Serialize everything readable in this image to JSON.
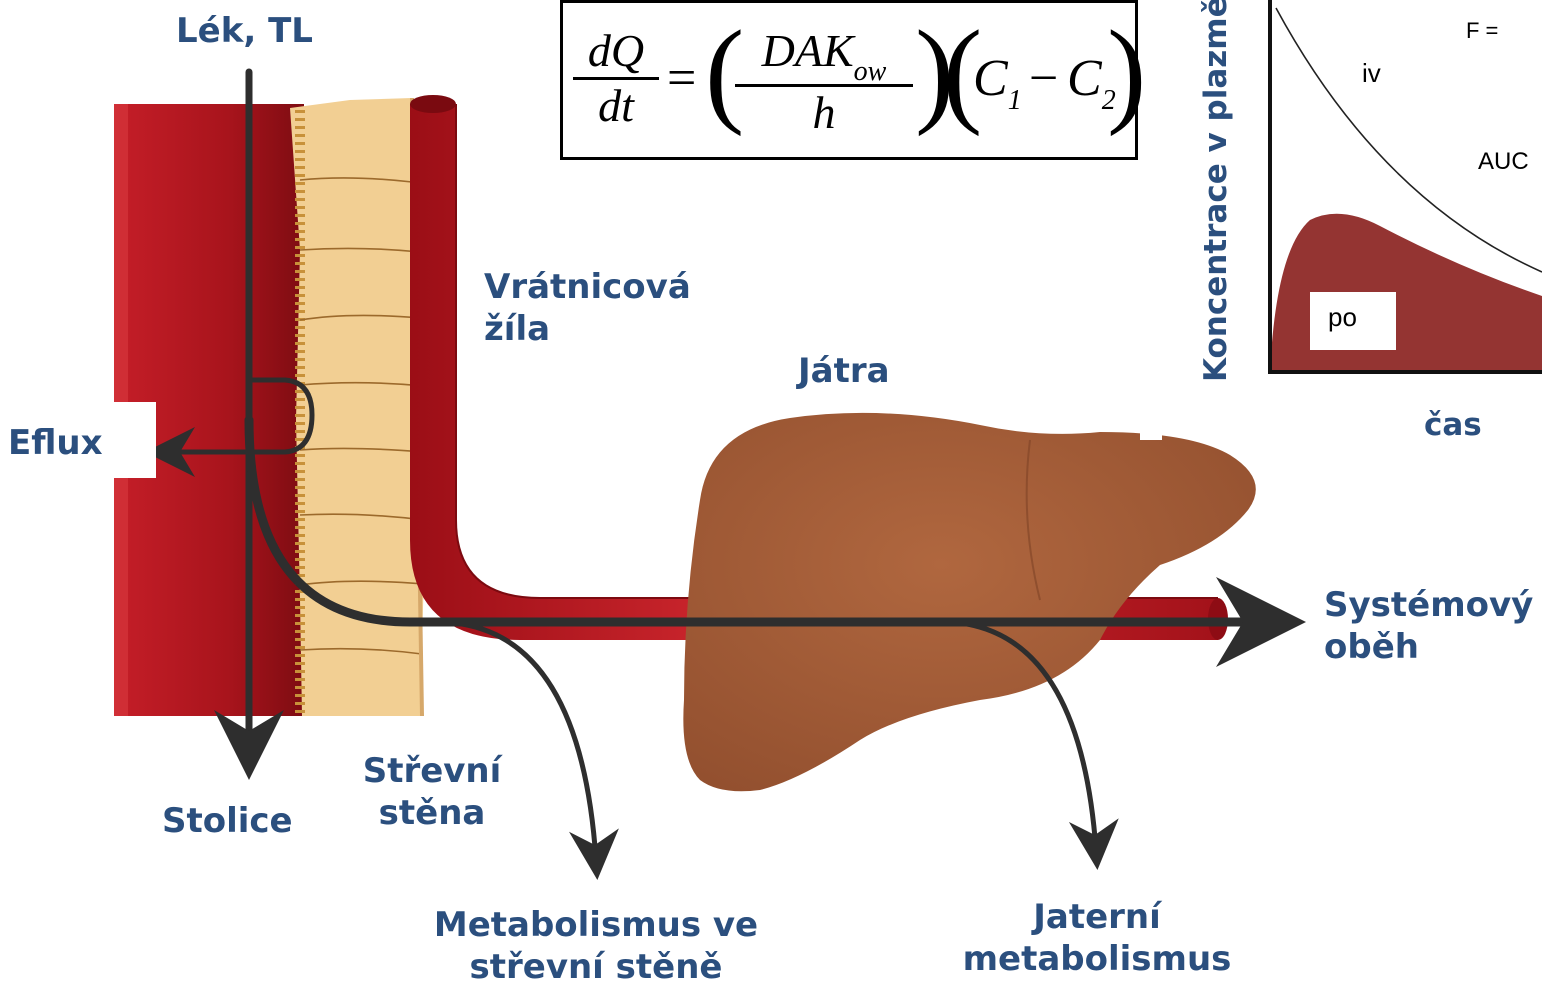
{
  "labels": {
    "drug": "Lék, TL",
    "efflux": "Eflux",
    "stool": "Stolice",
    "gut_wall": [
      "Střevní",
      "stěna"
    ],
    "portal_vein": [
      "Vrátnicová",
      "žíla"
    ],
    "liver": "Játra",
    "systemic": [
      "Systémový",
      "oběh"
    ],
    "gut_metabolism": [
      "Metabolismus ve",
      "střevní stěně"
    ],
    "hepatic_metabolism": [
      "Jaterní",
      "metabolismus"
    ]
  },
  "formula": {
    "lhs_num": "dQ",
    "lhs_den": "dt",
    "mid_num": "DAK",
    "mid_num_sub": "ow",
    "mid_den": "h",
    "rhs_c1": "C",
    "rhs_c1_sub": "1",
    "rhs_c2": "C",
    "rhs_c2_sub": "2"
  },
  "graph": {
    "ylabel": "Koncentrace v plazmě",
    "xlabel": "čas",
    "iv_label": "iv",
    "po_label": "po",
    "auc_label": "AUC",
    "f_label": "F =",
    "po_fill_color": "#943432"
  },
  "colors": {
    "label_text": "#2b4f7e",
    "intestine": "#b5151f",
    "vein": "#c41b24",
    "liver": "#a45b3c",
    "arrow": "#2e2e2e"
  }
}
